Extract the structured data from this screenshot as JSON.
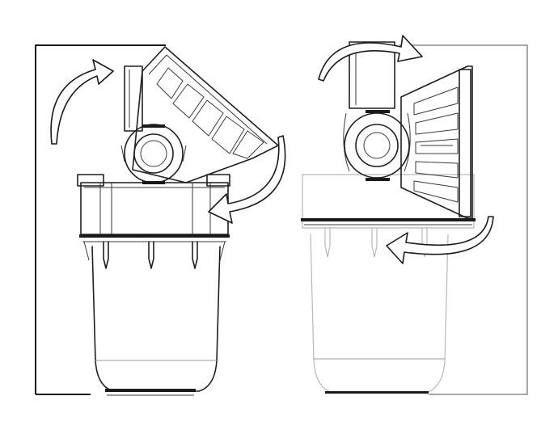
{
  "figure": {
    "panels": [
      {
        "id": "left",
        "state": "rotated-tilted"
      },
      {
        "id": "right",
        "state": "upright-horizontal"
      }
    ],
    "colors": {
      "line": "#1f1f1f",
      "faint_line": "#9a9a9a",
      "background": "#ffffff"
    },
    "icons": [
      "rotation-arrow-icon"
    ]
  }
}
